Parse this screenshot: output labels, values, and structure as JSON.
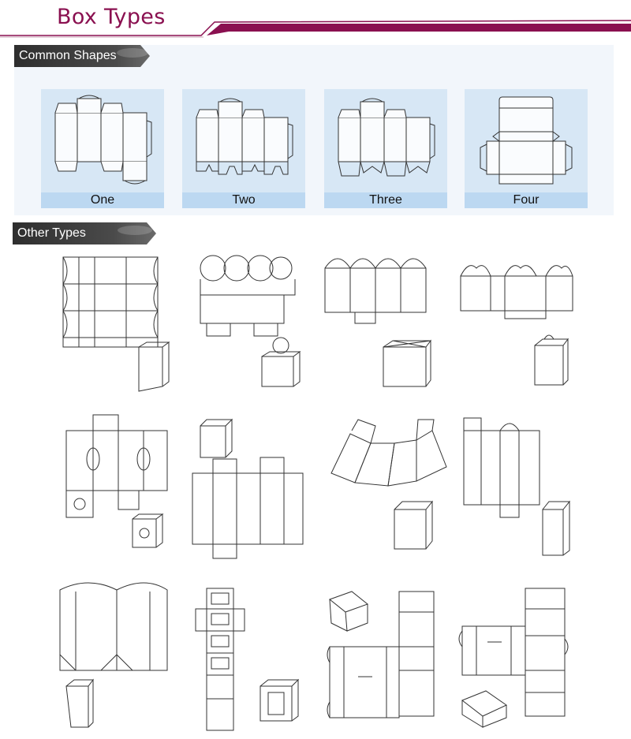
{
  "header": {
    "title": "Box Types",
    "accent_color": "#8a1050"
  },
  "sections": {
    "common": {
      "label": "Common Shapes"
    },
    "other": {
      "label": "Other Types"
    }
  },
  "common_shapes": [
    {
      "caption": "One",
      "icon": "tuck-end-box-dieline-icon"
    },
    {
      "caption": "Two",
      "icon": "auto-bottom-box-dieline-icon"
    },
    {
      "caption": "Three",
      "icon": "crash-lock-box-dieline-icon"
    },
    {
      "caption": "Four",
      "icon": "mailer-box-dieline-icon"
    }
  ],
  "colors": {
    "panel": "#f2f6fb",
    "card": "#d7e7f5",
    "caption_bar": "#bcd8f1",
    "tab": "#3a3a3a"
  }
}
